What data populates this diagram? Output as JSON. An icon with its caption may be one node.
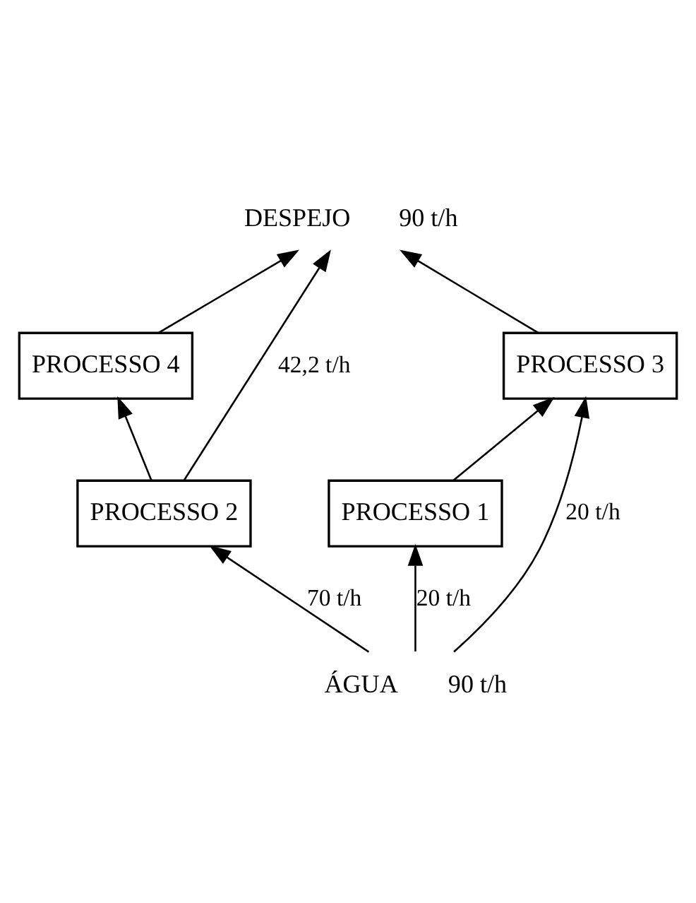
{
  "diagram": {
    "nodes": [
      {
        "text": [
          "DESPEJO"
        ],
        "beside": [
          "90 t/h"
        ]
      },
      {
        "text": [
          "PROCESSO 4"
        ]
      },
      {
        "text": [
          "PROCESSO 3"
        ]
      },
      {
        "text": [
          "PROCESSO 2"
        ]
      },
      {
        "text": [
          "PROCESSO 1"
        ]
      },
      {
        "text": [
          "ÁGUA"
        ],
        "beside": [
          "90 t/h"
        ]
      }
    ],
    "edges": [
      {
        "from": 5,
        "to": 4,
        "arrow": "to",
        "label": "20 t/h"
      },
      {
        "from": 5,
        "to": 3,
        "arrow": "to",
        "label": "70 t/h"
      },
      {
        "from": 5,
        "to": 2,
        "arrow": "to",
        "label": "20 t/h"
      },
      {
        "from": 4,
        "to": 2,
        "arrow": "to"
      },
      {
        "from": 3,
        "to": 1,
        "arrow": "to"
      },
      {
        "from": 3,
        "to": 0,
        "arrow": "to",
        "label": "42,2 t/h"
      },
      {
        "from": 2,
        "to": 0,
        "arrow": "to"
      },
      {
        "from": 1,
        "to": 0,
        "arrow": "to"
      }
    ]
  }
}
